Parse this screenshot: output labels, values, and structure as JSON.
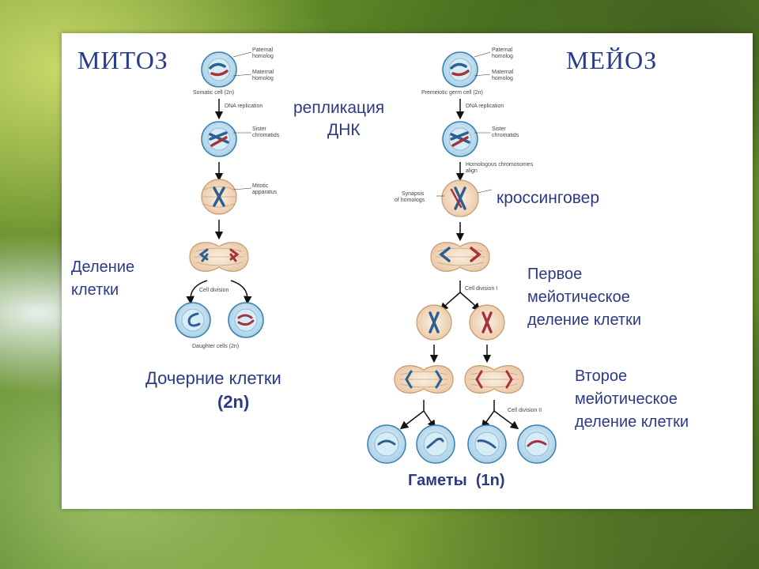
{
  "titles": {
    "mitosis": "МИТОЗ",
    "meiosis": "МЕЙОЗ"
  },
  "labels": {
    "replication_line1": "репликация",
    "replication_line2": "ДНК",
    "division_line1": "Деление",
    "division_line2": "клетки",
    "daughter_line1": "Дочерние клетки",
    "daughter_line2": "(2n)",
    "crossing_over": "кроссинговер",
    "first_line1": "Первое",
    "first_line2": "мейотическое",
    "first_line3": "деление клетки",
    "second_line1": "Второе",
    "second_line2": "мейотическое",
    "second_line3": "деление клетки",
    "gametes": "Гаметы  (1n)"
  },
  "small_labels": {
    "paternal_line1": "Paternal",
    "paternal_line2": "homolog",
    "maternal_line1": "Maternal",
    "maternal_line2": "homolog",
    "somatic_cell": "Somatic cell (2n)",
    "germ_cell": "Premeiotic germ cell (2n)",
    "dna_replication": "DNA replication",
    "sister_line1": "Sister",
    "sister_line2": "chromatids",
    "mitotic_line1": "Mitotic",
    "mitotic_line2": "apparatus",
    "homologous_line1": "Homologous chromosomes",
    "homologous_line2": "align",
    "synapsis_line1": "Synapsis",
    "synapsis_line2": "of homologs",
    "cell_division": "Cell division",
    "cell_division_1": "Cell division I",
    "cell_division_2": "Cell division II",
    "daughter_cells": "Daughter cells (2n)"
  },
  "colors": {
    "label_text": "#2c3a86",
    "cell_fill": "#cfe6f2",
    "cell_border": "#3a7fb0",
    "dividing_fill": "#f4dcc4",
    "paternal_chromosome": "#2f5f8f",
    "maternal_chromosome": "#a8323a"
  }
}
